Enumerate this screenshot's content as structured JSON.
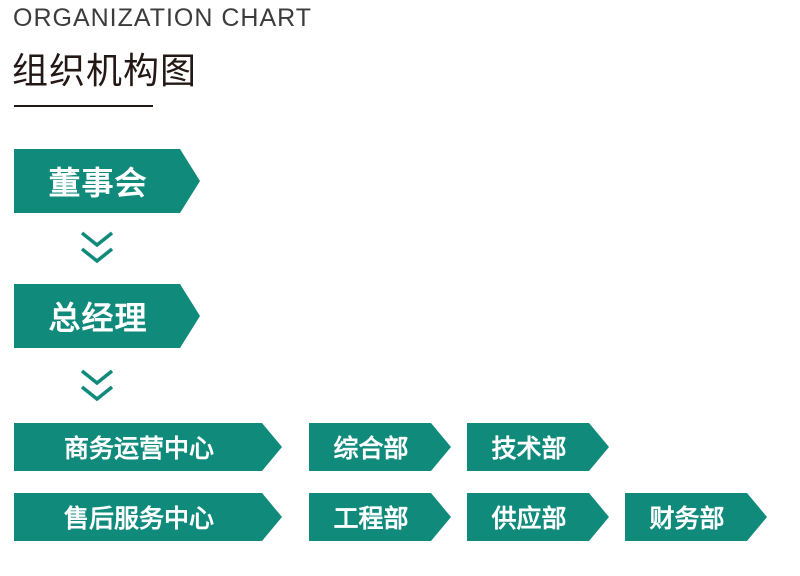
{
  "header": {
    "subtitle": "ORGANIZATION CHART",
    "title": "组织机构图"
  },
  "nodes": {
    "board": "董事会",
    "gm": "总经理",
    "biz_ops": "商务运营中心",
    "general": "综合部",
    "tech": "技术部",
    "after_sales": "售后服务中心",
    "engineering": "工程部",
    "supply": "供应部",
    "finance": "财务部"
  },
  "colors": {
    "node_fill": "#0f8a7b",
    "text": "#231815"
  },
  "icons": {
    "connector": "double-chevron-down-icon"
  }
}
